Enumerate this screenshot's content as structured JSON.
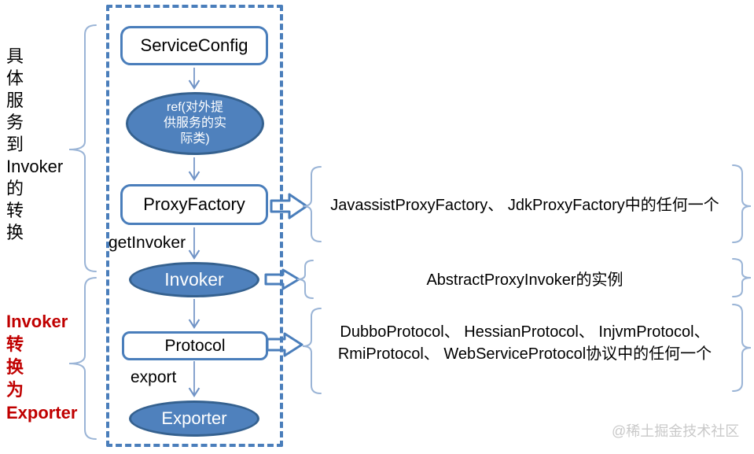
{
  "left_labels": {
    "service_to_invoker": "具\n体\n服\n务\n到\nInvoker\n的\n转\n换",
    "invoker_to_exporter": "Invoker\n转\n换\n为\nExporter"
  },
  "flow": {
    "service_config": "ServiceConfig",
    "ref": "ref(对外提\n供服务的实\n际类)",
    "proxy_factory": "ProxyFactory",
    "get_invoker": "getInvoker",
    "invoker": "Invoker",
    "protocol": "Protocol",
    "export": "export",
    "exporter": "Exporter"
  },
  "annotations": {
    "proxy_factory_impls": "JavassistProxyFactory、 JdkProxyFactory中的任何一个",
    "invoker_impl": "AbstractProxyInvoker的实例",
    "protocol_impls": "DubboProtocol、 HessianProtocol、 InjvmProtocol、\nRmiProtocol、 WebServiceProtocol协议中的任何一个"
  },
  "watermark": "@稀土掘金技术社区",
  "colors": {
    "accent": "#4a7ebb",
    "ellipse_fill": "#4f81bd",
    "ellipse_border": "#35618f",
    "red_label": "#c00000",
    "brace": "#9ab4d6",
    "watermark": "#c9c9c9"
  }
}
